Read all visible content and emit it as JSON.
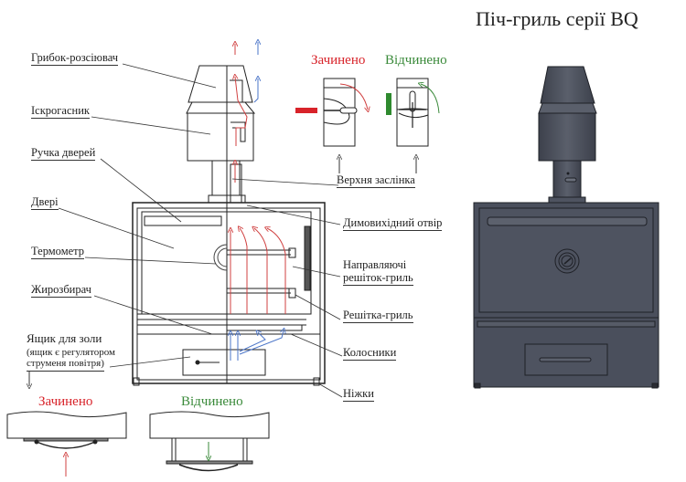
{
  "title": "Піч-гриль серії BQ",
  "labels": {
    "mushroom_cap": "Грибок-розсіювач",
    "spark_arrester": "Іскрогасник",
    "door_handle": "Ручка дверей",
    "door": "Двері",
    "thermometer": "Термометр",
    "grease_collector": "Жирозбирач",
    "ash_box_line1": "Ящик для золи",
    "ash_box_line2": "(ящик є регулятором",
    "ash_box_line3": "струменя повітря)",
    "top_damper": "Верхня заслінка",
    "flue_opening": "Димовихідний отвір",
    "grill_guides_line1": "Направляючі",
    "grill_guides_line2": "решіток-гриль",
    "grill_grate": "Решітка-гриль",
    "fire_grates": "Колосники",
    "legs": "Ніжки"
  },
  "damper_states": {
    "closed": "Зачинено",
    "open": "Відчинено"
  },
  "ashbox_states": {
    "closed": "Зачинено",
    "open": "Відчинено"
  },
  "colors": {
    "closed": "#d8232a",
    "open": "#3a8a3a",
    "hot_air": "#d04040",
    "cold_air": "#4a74c8",
    "render_body": "#4a4f5c"
  }
}
